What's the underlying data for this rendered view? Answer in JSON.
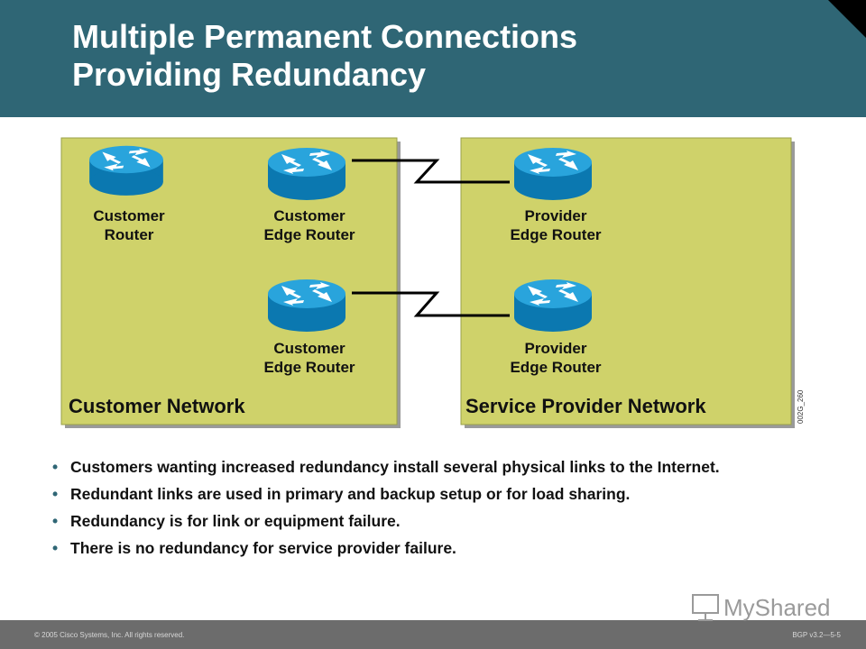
{
  "slide": {
    "title_line1": "Multiple Permanent Connections",
    "title_line2": "Providing Redundancy"
  },
  "diagram": {
    "customer_network_label": "Customer Network",
    "provider_network_label": "Service Provider Network",
    "figure_id": "002G_260",
    "customer_router": [
      "Customer",
      "Router"
    ],
    "customer_edge_router_1": [
      "Customer",
      "Edge Router"
    ],
    "customer_edge_router_2": [
      "Customer",
      "Edge Router"
    ],
    "provider_edge_router_1": [
      "Provider",
      "Edge Router"
    ],
    "provider_edge_router_2": [
      "Provider",
      "Edge Router"
    ]
  },
  "bullets": [
    "Customers wanting increased redundancy install several physical links to the Internet.",
    "Redundant links are used in primary and backup setup or for load sharing.",
    "Redundancy is for link or equipment failure.",
    "There is no redundancy for service provider failure."
  ],
  "bullet_symbol": "•",
  "footer": {
    "copyright": "© 2005 Cisco Systems, Inc. All rights reserved.",
    "course": "BGP v3.2—5-5"
  },
  "watermark": {
    "text": "MyShared"
  },
  "colors": {
    "header": "#2f6675",
    "network_box": "#cfd26a",
    "router": "#1a8fc4",
    "footer": "#6c6c6c"
  }
}
